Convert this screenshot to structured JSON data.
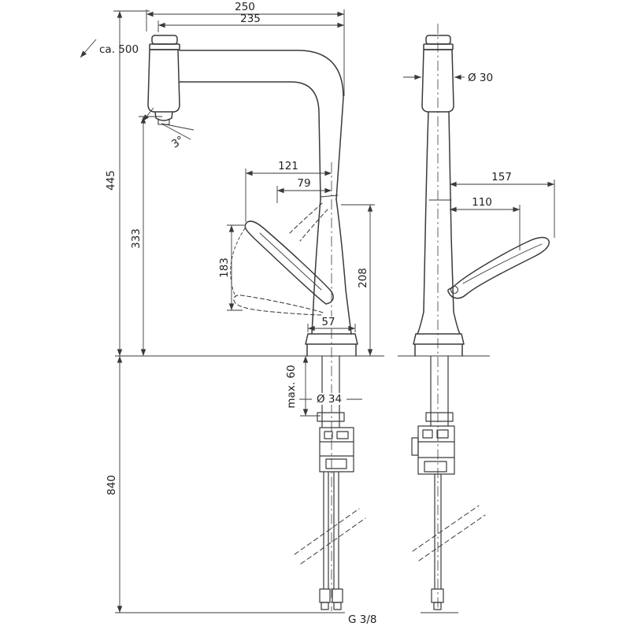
{
  "diagram": {
    "type": "technical-dimension-drawing",
    "subject": "kitchen faucet, two orthographic views with dimensions",
    "colors": {
      "line": "#3a3a3a",
      "background": "#ffffff"
    },
    "labels": {
      "dim_250": "250",
      "dim_235": "235",
      "dim_ca500": "ca. 500",
      "dim_445": "445",
      "dim_333": "333",
      "dim_3deg": "3°",
      "dim_121": "121",
      "dim_79": "79",
      "dim_183": "183",
      "dim_208": "208",
      "dim_57": "57",
      "dim_d34": "Ø 34",
      "dim_max60": "max. 60",
      "dim_840": "840",
      "dim_g38": "G 3/8",
      "dim_d30": "Ø 30",
      "dim_157": "157",
      "dim_110": "110"
    }
  }
}
